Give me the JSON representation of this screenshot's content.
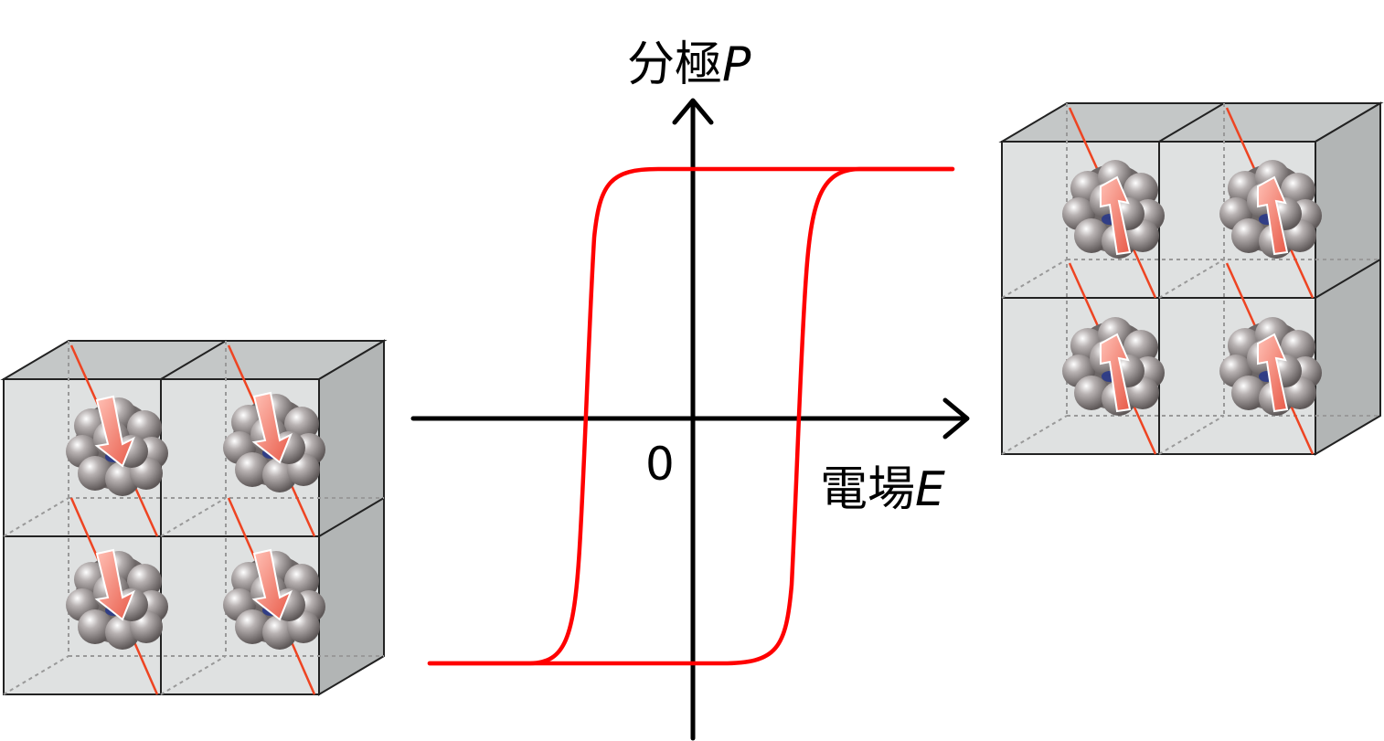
{
  "axes": {
    "y_label_text": "分極",
    "y_label_symbol": "P",
    "x_label_text": "電場",
    "x_label_symbol": "E",
    "origin_label": "0"
  },
  "colors": {
    "loop": "#ff0000",
    "axis": "#000000",
    "cell_face": "#d9dcdc",
    "cell_side": "#b5b8b8",
    "cell_top": "#c9cccc",
    "molecule": "#9a9494",
    "arrow": "#f07a6a",
    "chain": "#ee4422"
  },
  "crystals": [
    {
      "name": "left-crystal",
      "polarization": "down"
    },
    {
      "name": "right-crystal",
      "polarization": "up"
    }
  ]
}
